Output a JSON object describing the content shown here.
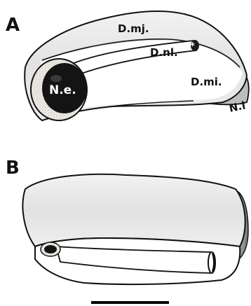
{
  "panels": {
    "a": {
      "letter": "A"
    },
    "b": {
      "letter": "B"
    }
  },
  "labels": {
    "d_mj": "D.mj.",
    "d_nl": "D.nl.",
    "star": "*",
    "d_mi": "D.mi.",
    "n_e": "N.e.",
    "n_i": "N.i"
  },
  "colors": {
    "outline": "#111111",
    "body_fill": "#e6e6e6",
    "white_fill": "#ffffff",
    "nostril": "#141414",
    "side_strip": "#8c8c8c"
  }
}
